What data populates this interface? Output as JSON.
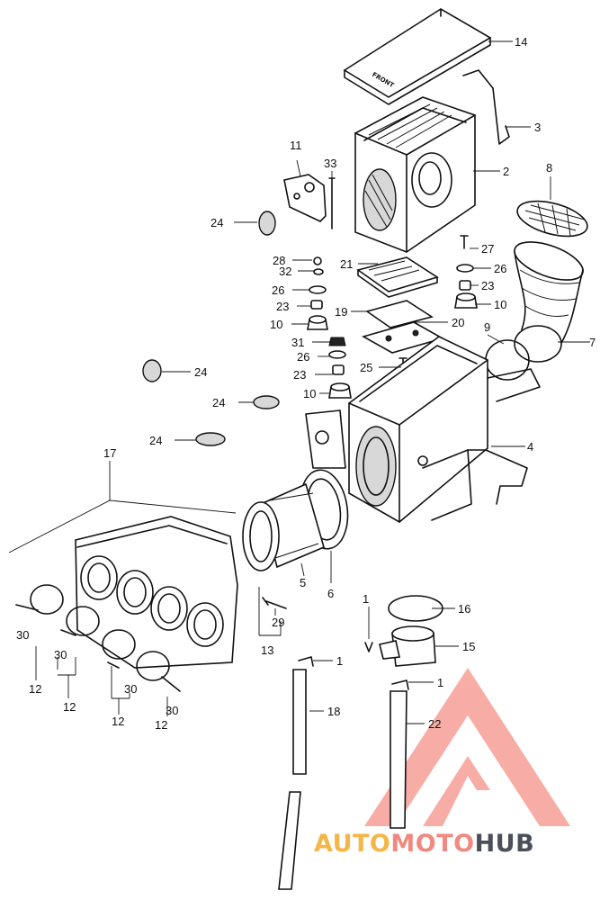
{
  "callouts": {
    "n1a": "1",
    "n1b": "1",
    "n1c": "1",
    "n2": "2",
    "n3": "3",
    "n4": "4",
    "n5": "5",
    "n6": "6",
    "n7": "7",
    "n8": "8",
    "n9": "9",
    "n10a": "10",
    "n10b": "10",
    "n10c": "10",
    "n11": "11",
    "n12a": "12",
    "n12b": "12",
    "n12c": "12",
    "n12d": "12",
    "n13": "13",
    "n14": "14",
    "n15": "15",
    "n16": "16",
    "n17": "17",
    "n18": "18",
    "n19": "19",
    "n20": "20",
    "n21": "21",
    "n22": "22",
    "n23a": "23",
    "n23b": "23",
    "n23c": "23",
    "n24a": "24",
    "n24b": "24",
    "n24c": "24",
    "n24d": "24",
    "n25": "25",
    "n26a": "26",
    "n26b": "26",
    "n26c": "26",
    "n27": "27",
    "n28": "28",
    "n29": "29",
    "n30a": "30",
    "n30b": "30",
    "n30c": "30",
    "n30d": "30",
    "n31": "31",
    "n32": "32",
    "n33": "33"
  },
  "stamp": {
    "front": "FRONT"
  },
  "watermark": {
    "part1": "AUTO",
    "part2": "MOTO",
    "part3": "HUB",
    "colors": {
      "auto": "#f5b547",
      "moto": "#f08a80",
      "hub": "#4a4f59",
      "logo": "#f26b5e"
    }
  }
}
